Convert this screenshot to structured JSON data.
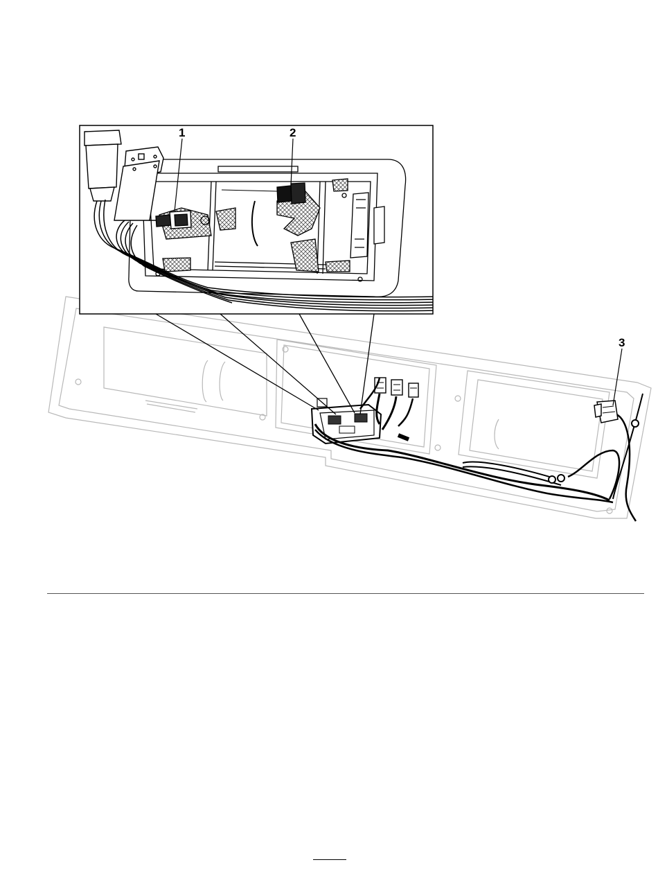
{
  "figure": {
    "callouts": [
      {
        "id": "1",
        "label": "1"
      },
      {
        "id": "2",
        "label": "2"
      },
      {
        "id": "3",
        "label": "3"
      }
    ]
  },
  "colors": {
    "line": "#000000",
    "faded_line": "#b8b8b8",
    "background": "#ffffff"
  }
}
